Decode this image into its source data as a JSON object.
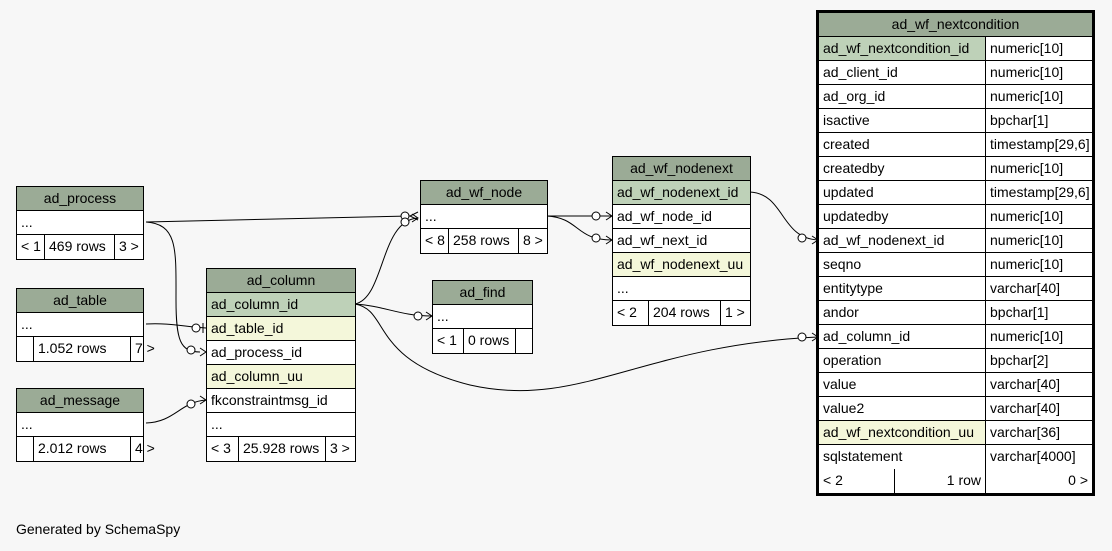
{
  "footer": "Generated by SchemaSpy",
  "tables": {
    "ad_process": {
      "name": "ad_process",
      "ellipsis": "...",
      "nav_prev": "< 1",
      "rows": "469 rows",
      "nav_next": "3 >"
    },
    "ad_table": {
      "name": "ad_table",
      "ellipsis": "...",
      "nav_prev": "",
      "rows": "1.052 rows",
      "nav_next": "7 >"
    },
    "ad_message": {
      "name": "ad_message",
      "ellipsis": "...",
      "nav_prev": "",
      "rows": "2.012 rows",
      "nav_next": "4 >"
    },
    "ad_column": {
      "name": "ad_column",
      "columns": [
        "ad_column_id",
        "ad_table_id",
        "ad_process_id",
        "ad_column_uu",
        "fkconstraintmsg_id"
      ],
      "ellipsis": "...",
      "nav_prev": "< 3",
      "rows": "25.928 rows",
      "nav_next": "3 >"
    },
    "ad_wf_node": {
      "name": "ad_wf_node",
      "ellipsis": "...",
      "nav_prev": "< 8",
      "rows": "258 rows",
      "nav_next": "8 >"
    },
    "ad_find": {
      "name": "ad_find",
      "ellipsis": "...",
      "nav_prev": "< 1",
      "rows": "0 rows",
      "nav_next": ""
    },
    "ad_wf_nodenext": {
      "name": "ad_wf_nodenext",
      "columns": [
        "ad_wf_nodenext_id",
        "ad_wf_node_id",
        "ad_wf_next_id",
        "ad_wf_nodenext_uu"
      ],
      "ellipsis": "...",
      "nav_prev": "< 2",
      "rows": "204 rows",
      "nav_next": "1 >"
    },
    "ad_wf_nextcondition": {
      "name": "ad_wf_nextcondition",
      "columns": [
        {
          "name": "ad_wf_nextcondition_id",
          "type": "numeric[10]"
        },
        {
          "name": "ad_client_id",
          "type": "numeric[10]"
        },
        {
          "name": "ad_org_id",
          "type": "numeric[10]"
        },
        {
          "name": "isactive",
          "type": "bpchar[1]"
        },
        {
          "name": "created",
          "type": "timestamp[29,6]"
        },
        {
          "name": "createdby",
          "type": "numeric[10]"
        },
        {
          "name": "updated",
          "type": "timestamp[29,6]"
        },
        {
          "name": "updatedby",
          "type": "numeric[10]"
        },
        {
          "name": "ad_wf_nodenext_id",
          "type": "numeric[10]"
        },
        {
          "name": "seqno",
          "type": "numeric[10]"
        },
        {
          "name": "entitytype",
          "type": "varchar[40]"
        },
        {
          "name": "andor",
          "type": "bpchar[1]"
        },
        {
          "name": "ad_column_id",
          "type": "numeric[10]"
        },
        {
          "name": "operation",
          "type": "bpchar[2]"
        },
        {
          "name": "value",
          "type": "varchar[40]"
        },
        {
          "name": "value2",
          "type": "varchar[40]"
        },
        {
          "name": "ad_wf_nextcondition_uu",
          "type": "varchar[36]"
        },
        {
          "name": "sqlstatement",
          "type": "varchar[4000]"
        }
      ],
      "nav_prev": "< 2",
      "rows": "1 row",
      "nav_next": "0 >"
    }
  }
}
